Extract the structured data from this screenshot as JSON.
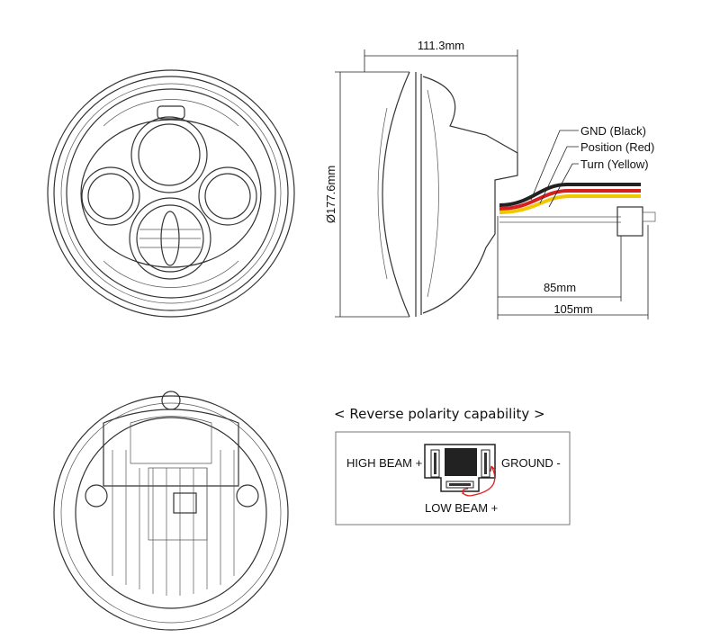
{
  "dimensions": {
    "depth": "111.3mm",
    "diameter": "Ø177.6mm",
    "cable_short": "85mm",
    "cable_long": "105mm"
  },
  "wires": [
    {
      "label": "GND (Black)",
      "color": "#222222"
    },
    {
      "label": "Position (Red)",
      "color": "#d62020"
    },
    {
      "label": "Turn (Yellow)",
      "color": "#f0c800"
    }
  ],
  "polarity": {
    "title": "< Reverse polarity capability >",
    "high_beam": "HIGH BEAM +",
    "ground": "GROUND -",
    "low_beam": "LOW BEAM +",
    "arrow_color": "#e02020"
  }
}
